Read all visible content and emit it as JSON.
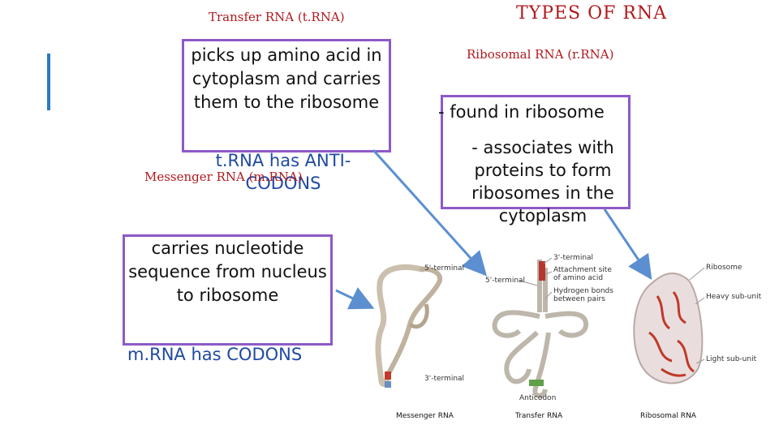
{
  "title": "TYPES OF RNA",
  "headings": {
    "trna": "Transfer RNA (t.RNA)",
    "rrna": "Ribosomal RNA (r.RNA)",
    "mrna": "Messenger RNA (m.RNA)"
  },
  "trna_text": "picks up amino acid in cytoplasm and carries them to the ribosome",
  "trna_note": "t.RNA has ANTI-CODONS",
  "mrna_text": "carries nucleotide sequence from nucleus to ribosome",
  "mrna_note": "m.RNA has CODONS",
  "rrna_found": "- found in ribosome",
  "rrna_assoc": "- associates with proteins to form ribosomes in the cytoplasm",
  "figure": {
    "mrna_five": "5'-terminal",
    "mrna_three": "3'-terminal",
    "trna_three": "3'-terminal",
    "trna_attach": "Attachment site of amino acid",
    "trna_five": "5'-terminal",
    "trna_hbonds": "Hydrogen bonds between pairs",
    "trna_anticodon": "Anticodon",
    "ribo_label": "Ribosome",
    "ribo_heavy": "Heavy sub-unit",
    "ribo_light": "Light sub-unit",
    "cap_mrna": "Messenger RNA",
    "cap_trna": "Transfer RNA",
    "cap_rrna": "Ribosomal RNA"
  },
  "colors": {
    "heading_red": "#b0191e",
    "box_purple": "#8e59c7",
    "arrow_blue": "#5b8fd0",
    "accent_blue": "#2a7bc1"
  }
}
